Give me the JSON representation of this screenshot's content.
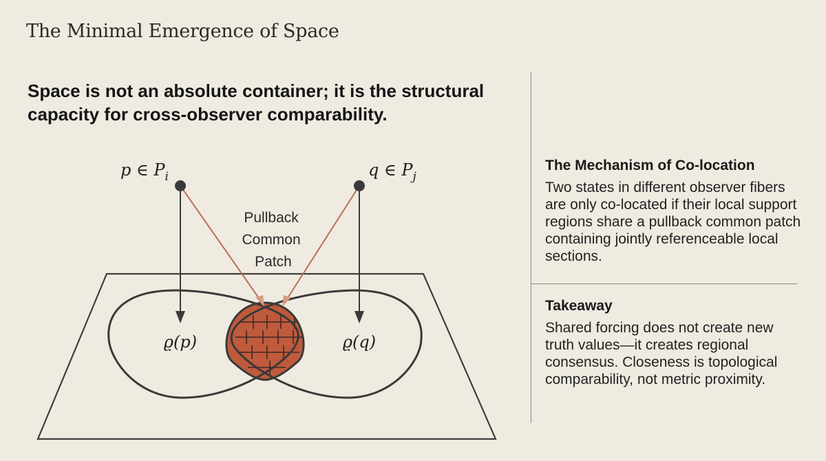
{
  "title": "The Minimal Emergence of Space",
  "thesis": "Space is not an absolute container; it is the structural capacity for cross-observer comparability.",
  "diagram": {
    "point_p": "p ∈ P",
    "point_p_sub": "i",
    "point_q": "q ∈ P",
    "point_q_sub": "j",
    "image_p": "ϱ(p)",
    "image_q": "ϱ(q)",
    "patch_label_lines": [
      "Pullback",
      "Common",
      "Patch"
    ]
  },
  "sidebar": {
    "mechanism": {
      "heading": "The Mechanism of Co-location",
      "text": "Two states in different observer fibers are only co-located if their local support regions share a pullback common patch containing jointly referenceable local sections."
    },
    "takeaway": {
      "heading": "Takeaway",
      "text": "Shared forcing does not create new truth values—it creates regional consensus. Closeness is topological comparability, not metric proximity."
    }
  },
  "colors": {
    "background": "#efebe1",
    "ink": "#3a3a3a",
    "patch_fill": "#bf5a3c",
    "projection_line": "#b97054"
  }
}
